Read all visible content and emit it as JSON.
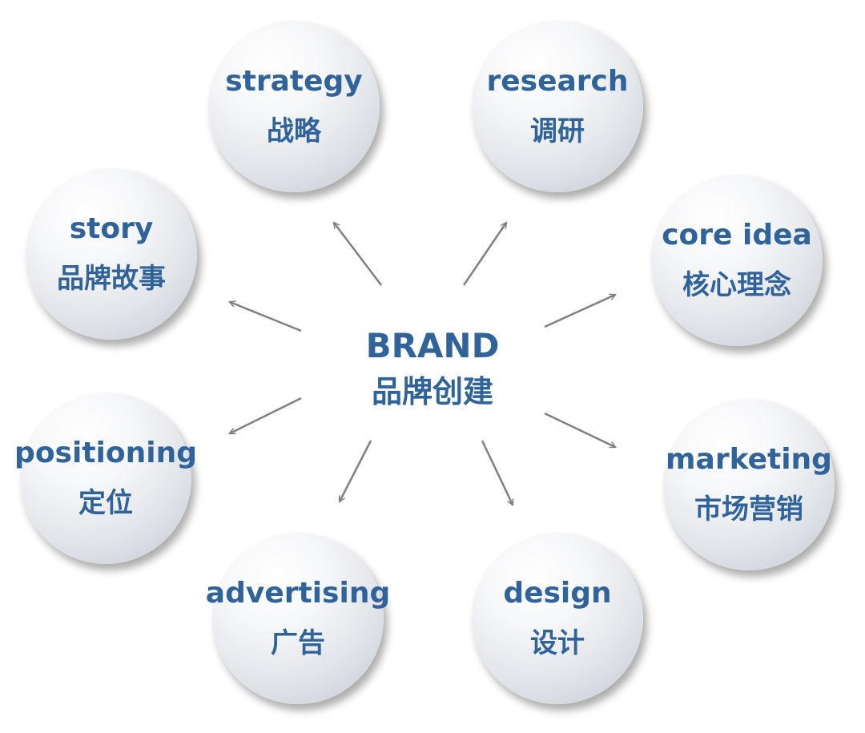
{
  "center": {
    "en": "BRAND",
    "zh": "品牌创建"
  },
  "nodes": [
    {
      "id": "strategy",
      "en": "strategy",
      "zh": "战略"
    },
    {
      "id": "research",
      "en": "research",
      "zh": "调研"
    },
    {
      "id": "core-idea",
      "en": "core idea",
      "zh": "核心理念"
    },
    {
      "id": "marketing",
      "en": "marketing",
      "zh": "市场营销"
    },
    {
      "id": "design",
      "en": "design",
      "zh": "设计"
    },
    {
      "id": "advertising",
      "en": "advertising",
      "zh": "广告"
    },
    {
      "id": "positioning",
      "en": "positioning",
      "zh": "定位"
    },
    {
      "id": "story",
      "en": "story",
      "zh": "品牌故事"
    }
  ],
  "colors": {
    "text": "#2f6399",
    "arrow": "#808080"
  }
}
